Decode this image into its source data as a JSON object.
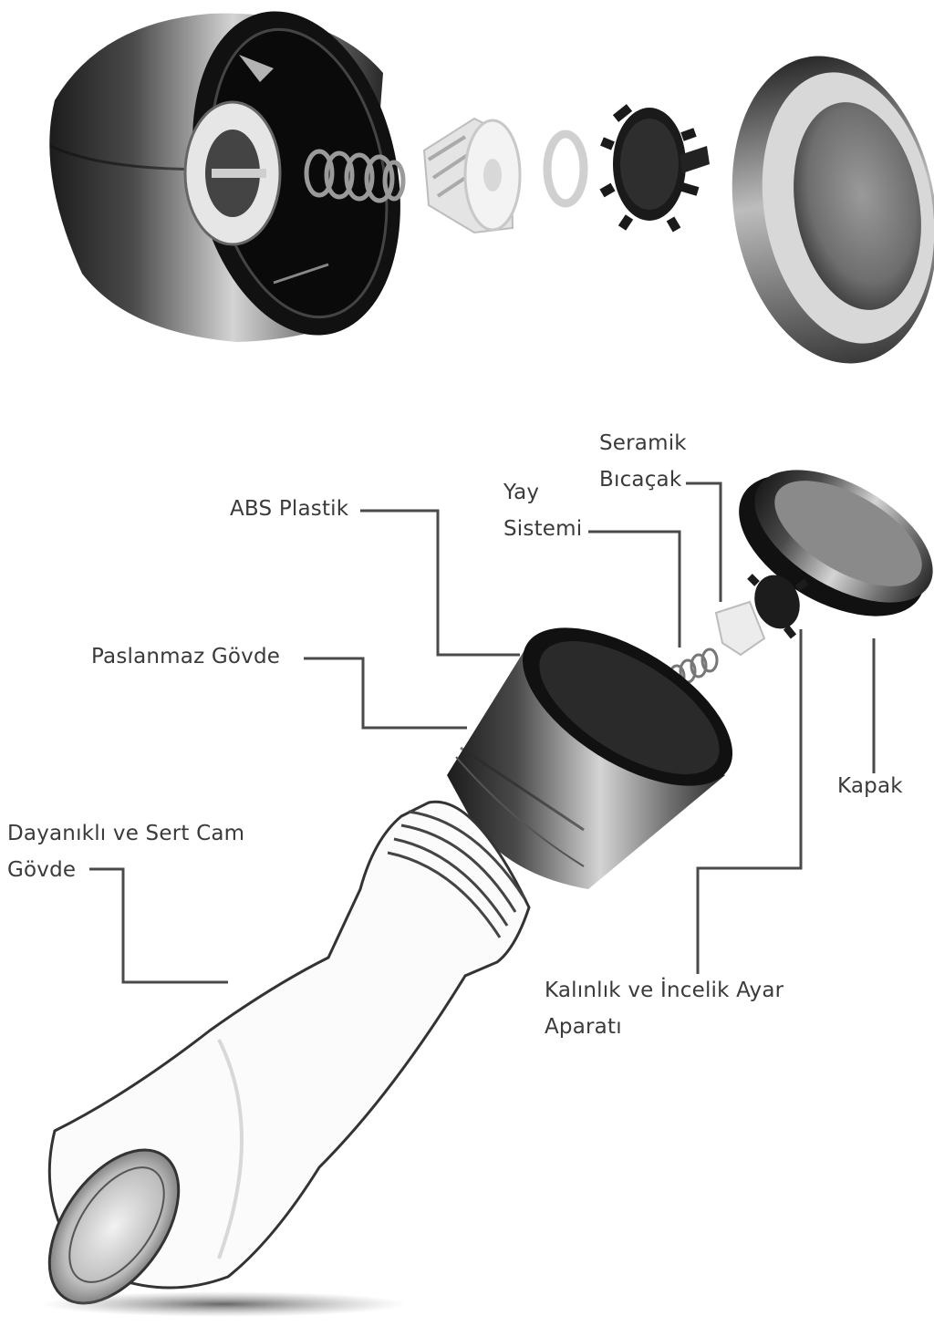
{
  "labels": {
    "seramik_line1": "Seramik",
    "seramik_line2": "Bıcaçak",
    "yay_line1": "Yay",
    "yay_line2": "Sistemi",
    "abs": "ABS Plastik",
    "paslanmaz": "Paslanmaz Gövde",
    "kapak": "Kapak",
    "cam_line1": "Dayanıklı ve Sert Cam",
    "cam_line2": "Gövde",
    "ayar_line1": "Kalınlık ve İncelik Ayar",
    "ayar_line2": "Aparatı"
  },
  "colors": {
    "ink": "#3a3a3a",
    "metal_dark": "#1a1a1a",
    "metal_light": "#c8c8c8",
    "ceramic": "#eeeeee",
    "leader": "#4a4a4a"
  }
}
